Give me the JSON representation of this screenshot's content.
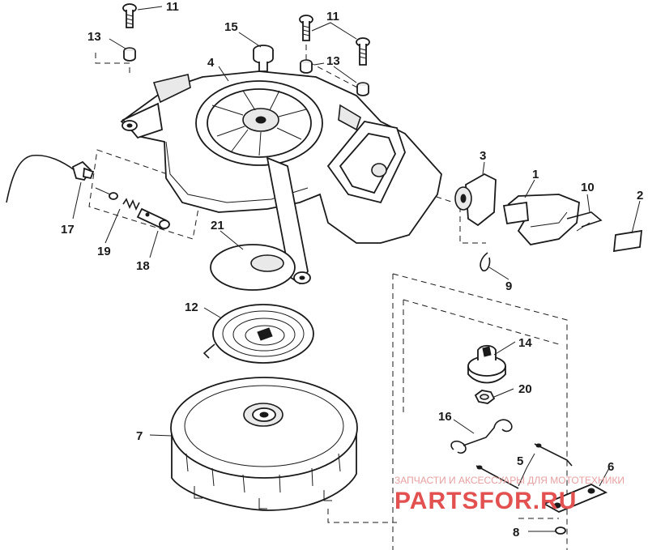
{
  "callouts": [
    {
      "id": "c11a",
      "text": "11"
    },
    {
      "id": "c13a",
      "text": "13"
    },
    {
      "id": "c15",
      "text": "15"
    },
    {
      "id": "c11b",
      "text": "11"
    },
    {
      "id": "c4",
      "text": "4"
    },
    {
      "id": "c13b",
      "text": "13"
    },
    {
      "id": "c3",
      "text": "3"
    },
    {
      "id": "c1",
      "text": "1"
    },
    {
      "id": "c10",
      "text": "10"
    },
    {
      "id": "c2",
      "text": "2"
    },
    {
      "id": "c17",
      "text": "17"
    },
    {
      "id": "c19",
      "text": "19"
    },
    {
      "id": "c18",
      "text": "18"
    },
    {
      "id": "c21",
      "text": "21"
    },
    {
      "id": "c9",
      "text": "9"
    },
    {
      "id": "c12",
      "text": "12"
    },
    {
      "id": "c14",
      "text": "14"
    },
    {
      "id": "c20",
      "text": "20"
    },
    {
      "id": "c16",
      "text": "16"
    },
    {
      "id": "c7",
      "text": "7"
    },
    {
      "id": "c5",
      "text": "5"
    },
    {
      "id": "c6",
      "text": "6"
    },
    {
      "id": "c8",
      "text": "8"
    }
  ],
  "watermark": {
    "tagline": "ЗАПЧАСТИ И АКСЕССУАРЫ ДЛЯ МОТОТЕХНИКИ",
    "brand": "PARTSFOR.RU",
    "color": "#e25050"
  }
}
